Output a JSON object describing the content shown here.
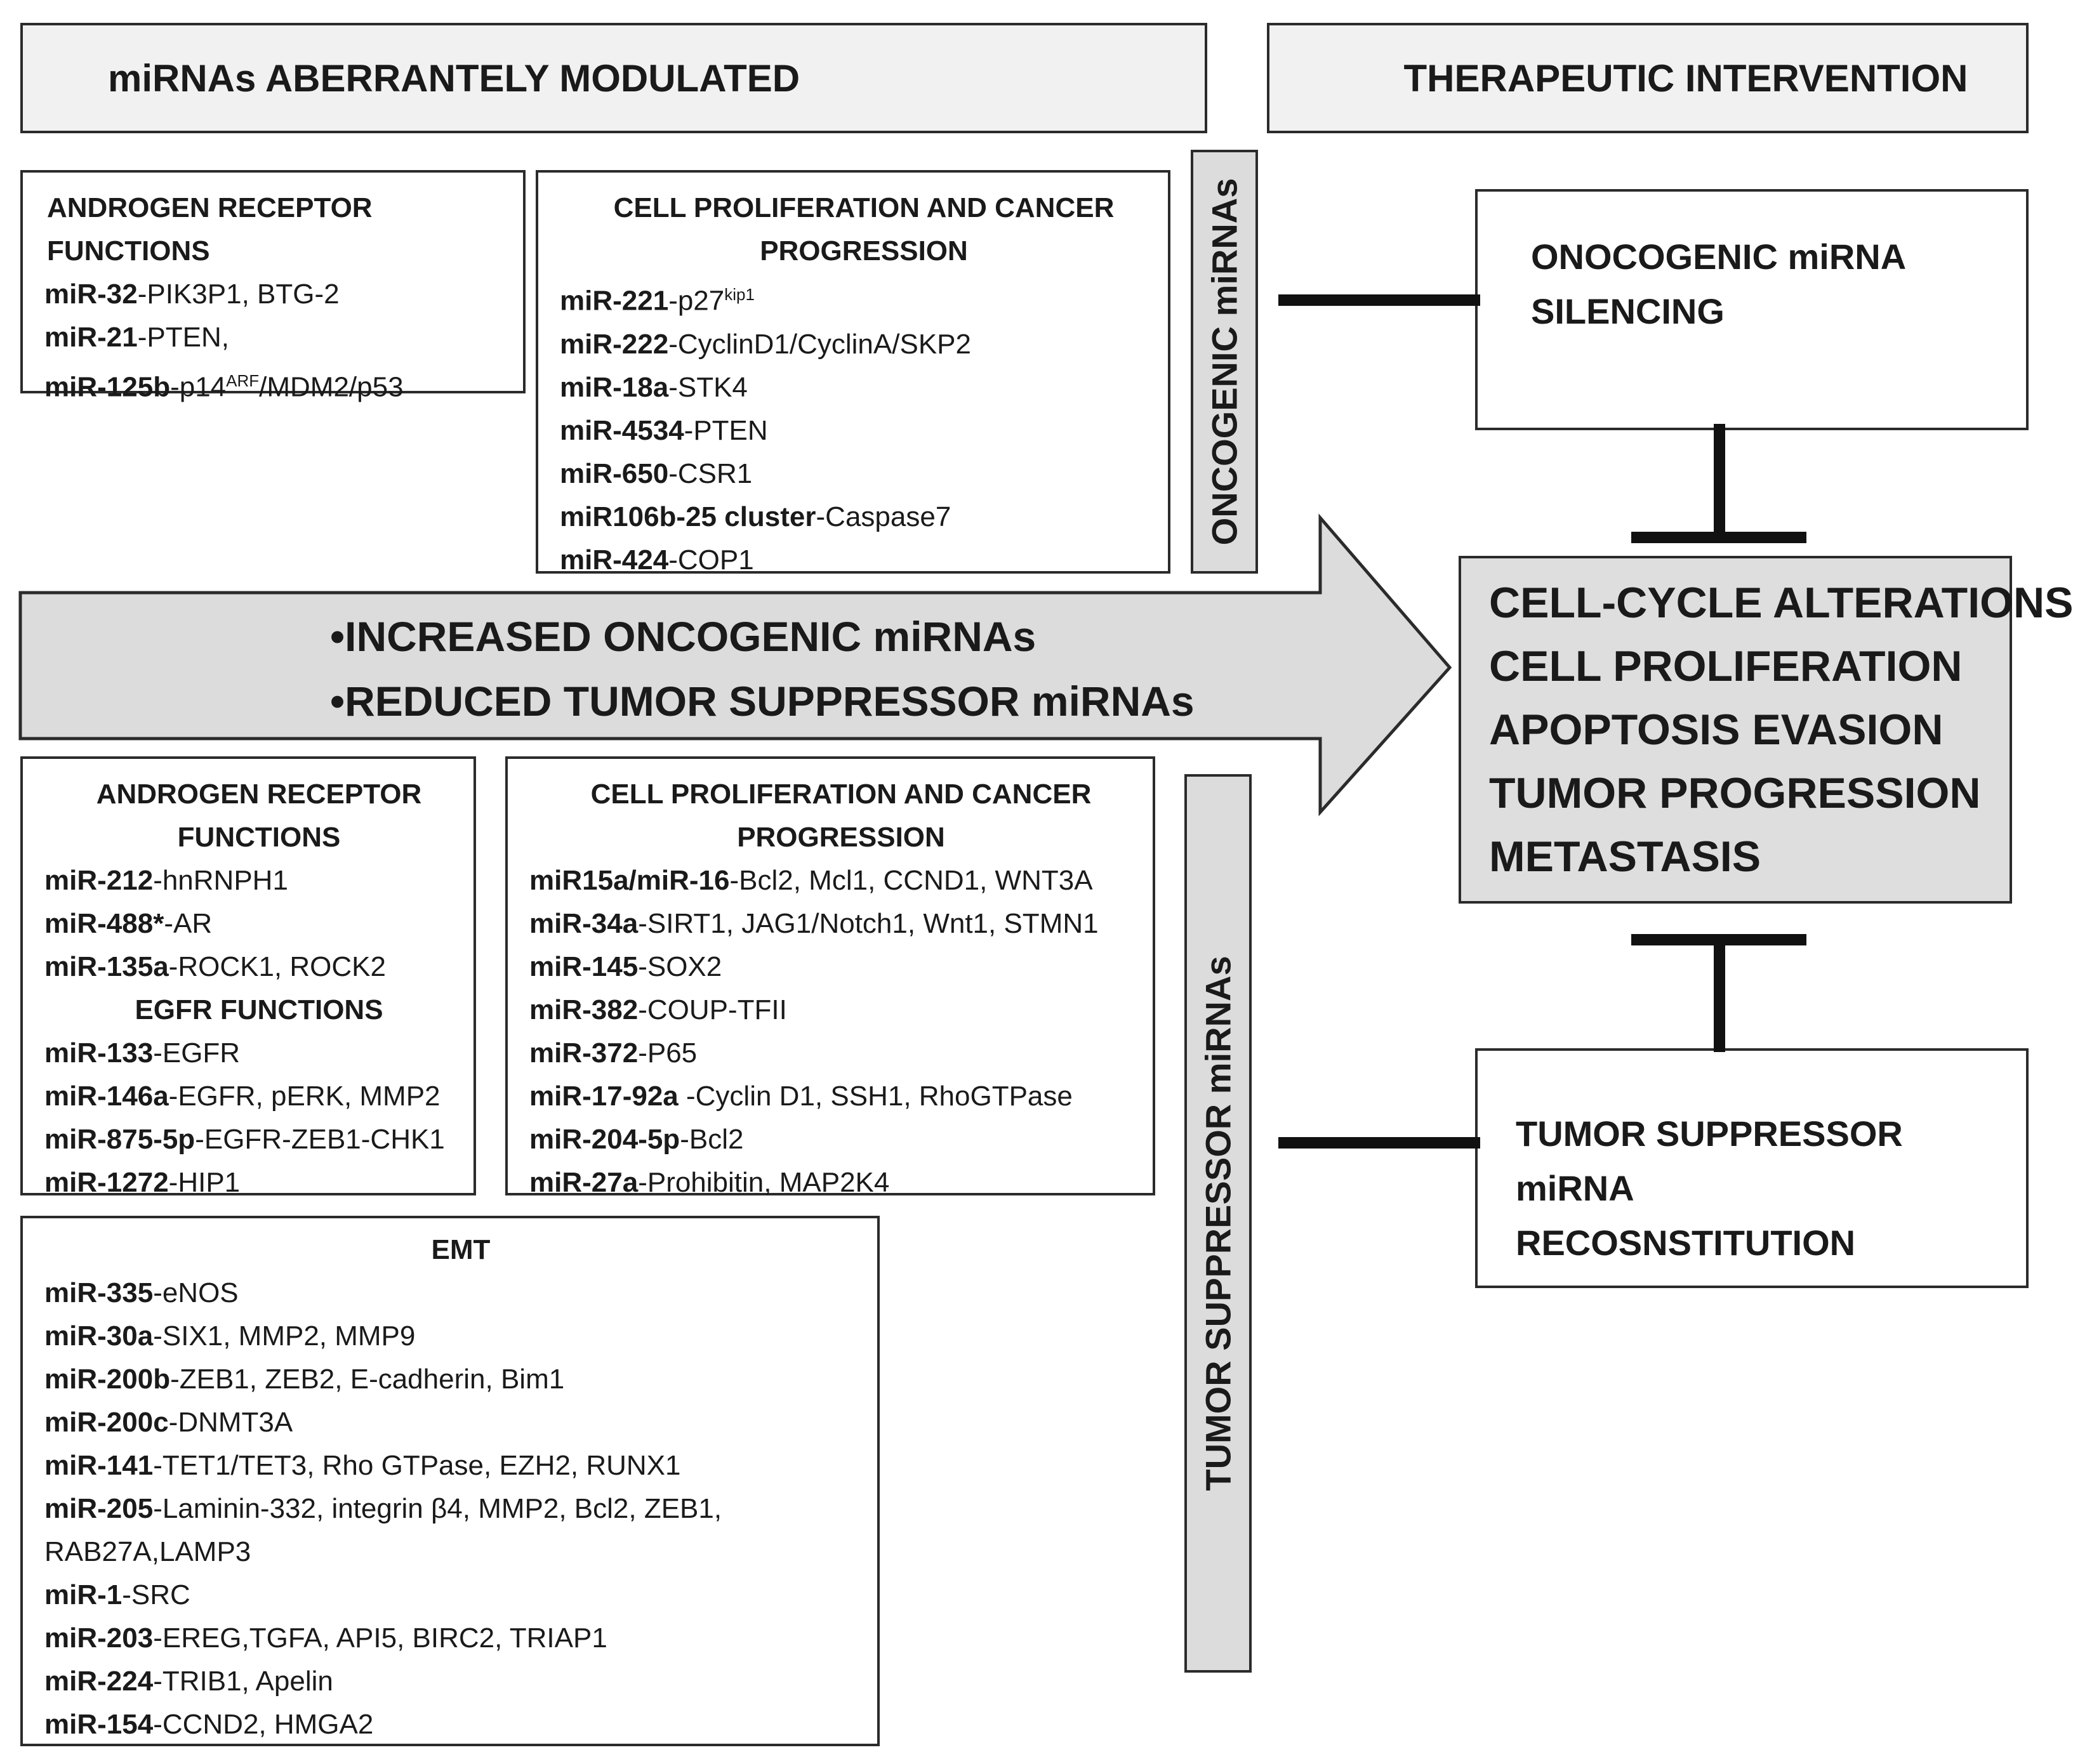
{
  "header_left": "miRNAs ABERRANTELY MODULATED",
  "header_right": "THERAPEUTIC INTERVENTION",
  "oncogenic_tab": "ONCOGENIC miRNAs",
  "suppressor_tab": "TUMOR SUPPRESSOR miRNAs",
  "arrow_lines": [
    "•INCREASED ONCOGENIC miRNAs",
    "•REDUCED TUMOR SUPPRESSOR miRNAs"
  ],
  "onco_ar": {
    "title": "ANDROGEN RECEPTOR FUNCTIONS",
    "items": [
      {
        "mir": "miR-32",
        "targets": "-PIK3P1, BTG-2"
      },
      {
        "mir": "miR-21",
        "targets": "-PTEN,"
      },
      {
        "mir": "miR-125b",
        "targets": "-p14",
        "sup": "ARF",
        "after": "/MDM2/p53"
      }
    ]
  },
  "onco_prolif": {
    "title_lines": [
      "CELL PROLIFERATION AND CANCER",
      "PROGRESSION"
    ],
    "items": [
      {
        "mir": "miR-221",
        "targets": "-p27",
        "sup": "kip1"
      },
      {
        "mir": "miR-222",
        "targets": "-CyclinD1/CyclinA/SKP2"
      },
      {
        "mir": "miR-18a",
        "targets": "-STK4"
      },
      {
        "mir": "miR-4534",
        "targets": "-PTEN"
      },
      {
        "mir": "miR-650",
        "targets": "-CSR1"
      },
      {
        "mir": "miR106b-25 cluster",
        "targets": "-Caspase7"
      },
      {
        "mir": "miR-424",
        "targets": "-COP1"
      }
    ]
  },
  "supp_ar": {
    "title_lines": [
      "ANDROGEN RECEPTOR",
      "FUNCTIONS"
    ],
    "items": [
      {
        "mir": "miR-212",
        "targets": "-hnRNPH1"
      },
      {
        "mir": "miR-488*",
        "targets": "-AR"
      },
      {
        "mir": "miR-135a",
        "targets": "-ROCK1, ROCK2"
      }
    ],
    "subtitle": "EGFR FUNCTIONS",
    "items2": [
      {
        "mir": "miR-133",
        "targets": "-EGFR"
      },
      {
        "mir": "miR-146a",
        "targets": "-EGFR, pERK, MMP2"
      },
      {
        "mir": "miR-875-5p",
        "targets": "-EGFR-ZEB1-CHK1"
      },
      {
        "mir": "miR-1272",
        "targets": "-HIP1"
      }
    ]
  },
  "supp_prolif": {
    "title_lines": [
      "CELL PROLIFERATION AND CANCER",
      "PROGRESSION"
    ],
    "items": [
      {
        "mir": "miR15a/miR-16",
        "targets": "-Bcl2,  Mcl1, CCND1, WNT3A"
      },
      {
        "mir": "miR-34a",
        "targets": "-SIRT1, JAG1/Notch1, Wnt1, STMN1"
      },
      {
        "mir": "miR-145",
        "targets": "-SOX2"
      },
      {
        "mir": "miR-382",
        "targets": "-COUP-TFII"
      },
      {
        "mir": "miR-372",
        "targets": "-P65"
      },
      {
        "mir": "miR-17-92a",
        "targets": " -Cyclin D1, SSH1, RhoGTPase"
      },
      {
        "mir": "miR-204-5p",
        "targets": "-Bcl2"
      },
      {
        "mir": "miR-27a",
        "targets": "-Prohibitin, MAP2K4"
      }
    ]
  },
  "emt": {
    "title": "EMT",
    "items": [
      {
        "mir": "miR-335",
        "targets": "-eNOS"
      },
      {
        "mir": "miR-30a",
        "targets": "-SIX1, MMP2, MMP9"
      },
      {
        "mir": "miR-200b",
        "targets": "-ZEB1, ZEB2, E-cadherin, Bim1"
      },
      {
        "mir": "miR-200c",
        "targets": "-DNMT3A"
      },
      {
        "mir": "miR-141",
        "targets": "-TET1/TET3, Rho GTPase, EZH2, RUNX1"
      },
      {
        "mir": "miR-205",
        "targets": "-Laminin-332, integrin β4, MMP2, Bcl2, ZEB1,"
      },
      {
        "mir": "",
        "targets": "RAB27A,LAMP3"
      },
      {
        "mir": "miR-1",
        "targets": "-SRC"
      },
      {
        "mir": "miR-203",
        "targets": "-EREG,TGFA, API5, BIRC2, TRIAP1"
      },
      {
        "mir": "miR-224",
        "targets": "-TRIB1, Apelin"
      },
      {
        "mir": "miR-154",
        "targets": "-CCND2, HMGA2"
      }
    ]
  },
  "silencing_lines": [
    "ONOCOGENIC miRNA",
    "SILENCING"
  ],
  "center_lines": [
    "CELL-CYCLE ALTERATIONS",
    "CELL PROLIFERATION",
    "APOPTOSIS EVASION",
    "TUMOR PROGRESSION",
    "METASTASIS"
  ],
  "reconstitution_lines": [
    "TUMOR SUPPRESSOR miRNA",
    "RECOSNSTITUTION"
  ]
}
